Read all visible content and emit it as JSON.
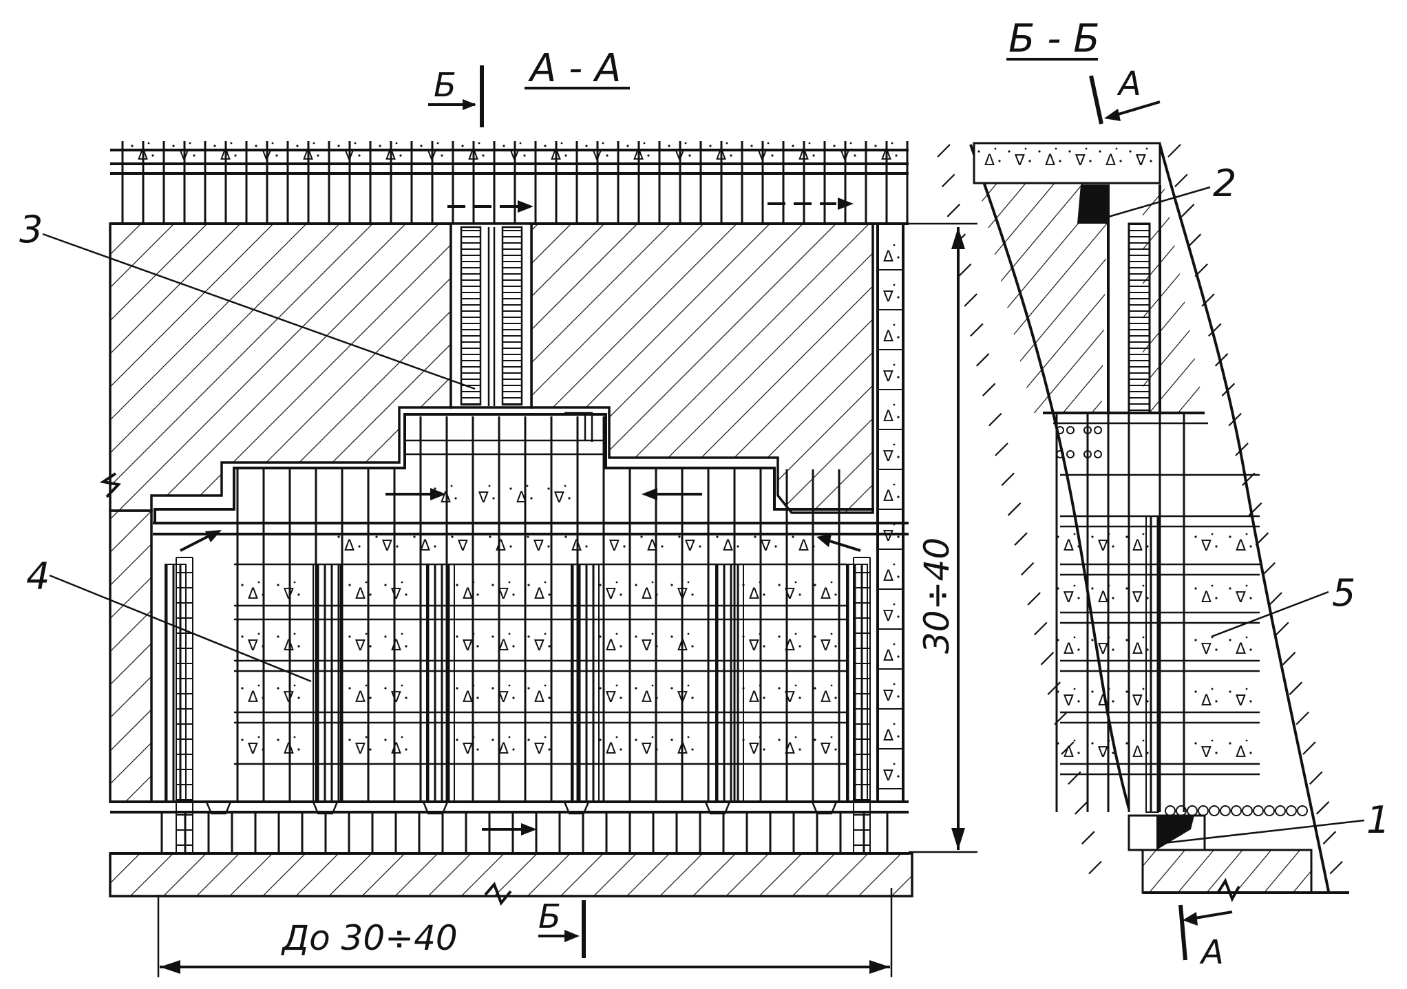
{
  "section_aa": {
    "title": "А - А",
    "cut_mark_top": "Б",
    "cut_mark_bottom": "Б",
    "width_dimension": "До 30÷40",
    "height_dimension": "30÷40"
  },
  "section_bb": {
    "title": "Б - Б",
    "cut_mark_top": "А",
    "cut_mark_bottom": "А"
  },
  "callouts": {
    "n1": "1",
    "n2": "2",
    "n3": "3",
    "n4": "4",
    "n5": "5"
  },
  "fill_symbols": [
    "Δ",
    "∇"
  ],
  "colors": {
    "ink": "#111111",
    "paper": "#ffffff"
  }
}
